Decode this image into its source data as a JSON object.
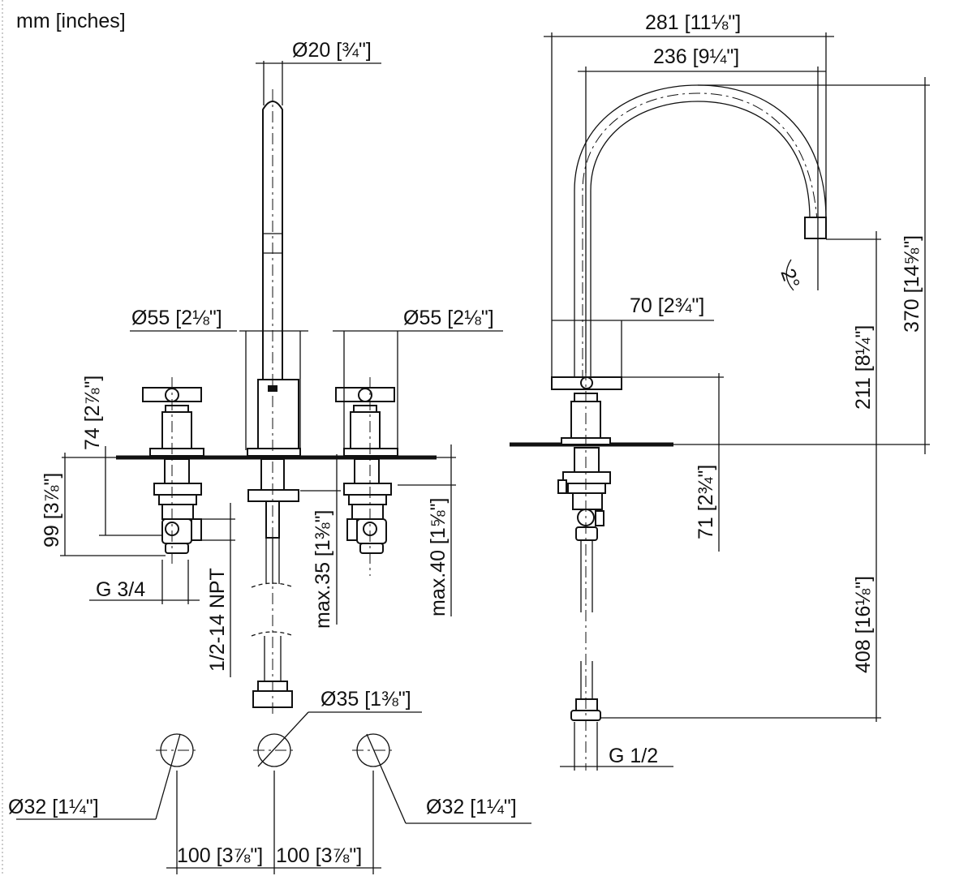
{
  "units_label": "mm [inches]",
  "dimensions": {
    "spout_diameter": "Ø20 [¾\"]",
    "spout_reach_total": "281 [11⅛\"]",
    "spout_reach": "236 [9¼\"]",
    "spout_height_total": "370 [14⅝\"]",
    "spout_angle": "2°",
    "spout_base_diameter_left": "Ø55 [2⅛\"]",
    "handle_base_diameter_right": "Ø55 [2⅛\"]",
    "side_base_width": "70 [2¾\"]",
    "outlet_height": "211 [8¼\"]",
    "handle_height": "74 [2⅞\"]",
    "valve_depth": "99 [3⅞\"]",
    "thread_g34": "G 3/4",
    "thread_npt": "1/2-14 NPT",
    "max_thickness_35": "max.35 [1⅜\"]",
    "max_thickness_40": "max.40 [1⅝\"]",
    "side_depth": "71 [2¾\"]",
    "hose_length": "408 [16⅛\"]",
    "hole_diameter_center": "Ø35 [1⅜\"]",
    "thread_g12": "G 1/2",
    "hole_diameter_left": "Ø32 [1¼\"]",
    "hole_diameter_right": "Ø32 [1¼\"]",
    "hole_spacing_left": "100 [3⅞\"]",
    "hole_spacing_right": "100 [3⅞\"]"
  }
}
